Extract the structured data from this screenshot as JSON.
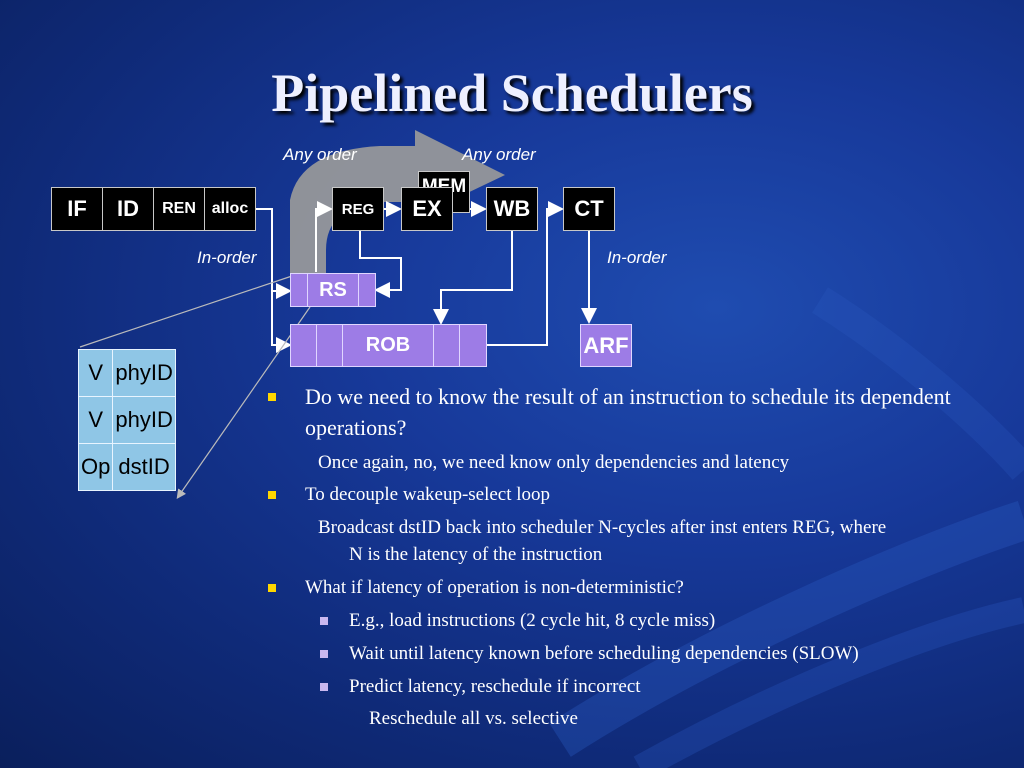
{
  "slide": {
    "title": "Pipelined Schedulers"
  },
  "diagram": {
    "labels": {
      "any_order_left": "Any order",
      "any_order_right": "Any order",
      "in_order_left": "In-order",
      "in_order_right": "In-order"
    },
    "stages": {
      "if": "IF",
      "id": "ID",
      "ren": "REN",
      "alloc": "alloc",
      "reg": "REG",
      "mem": "MEM",
      "ex": "EX",
      "wb": "WB",
      "ct": "CT",
      "rs": "RS",
      "rob": "ROB",
      "arf": "ARF"
    },
    "entry_table": {
      "row1": [
        "V",
        "phyID"
      ],
      "row2": [
        "V",
        "phyID"
      ],
      "row3": [
        "Op",
        "dstID"
      ]
    }
  },
  "bullets": {
    "q1": "Do we need to know the result of an instruction to schedule its dependent operations?",
    "q1_note": "Once again, no, we need know only dependencies and latency",
    "q2": "To decouple wakeup-select loop",
    "q2_note_line1": "Broadcast dstID back into scheduler N-cycles after inst enters REG, where",
    "q2_note_line2": "N is the latency of the instruction",
    "q3": "What if latency of operation is non-deterministic?",
    "q3_sub1": "E.g., load instructions (2 cycle hit, 8 cycle miss)",
    "q3_sub2": "Wait until latency known before scheduling dependencies (SLOW)",
    "q3_sub3": "Predict latency, reschedule if incorrect",
    "q3_sub3_note": "Reschedule all vs. selective"
  },
  "colors": {
    "background": "#17399a",
    "stage_box": "#000000",
    "queue_box": "#9d7ce6",
    "entry_table": "#8fc6e6",
    "bullet_level1": "#ffd700",
    "bullet_level2": "#c9b8f0"
  }
}
